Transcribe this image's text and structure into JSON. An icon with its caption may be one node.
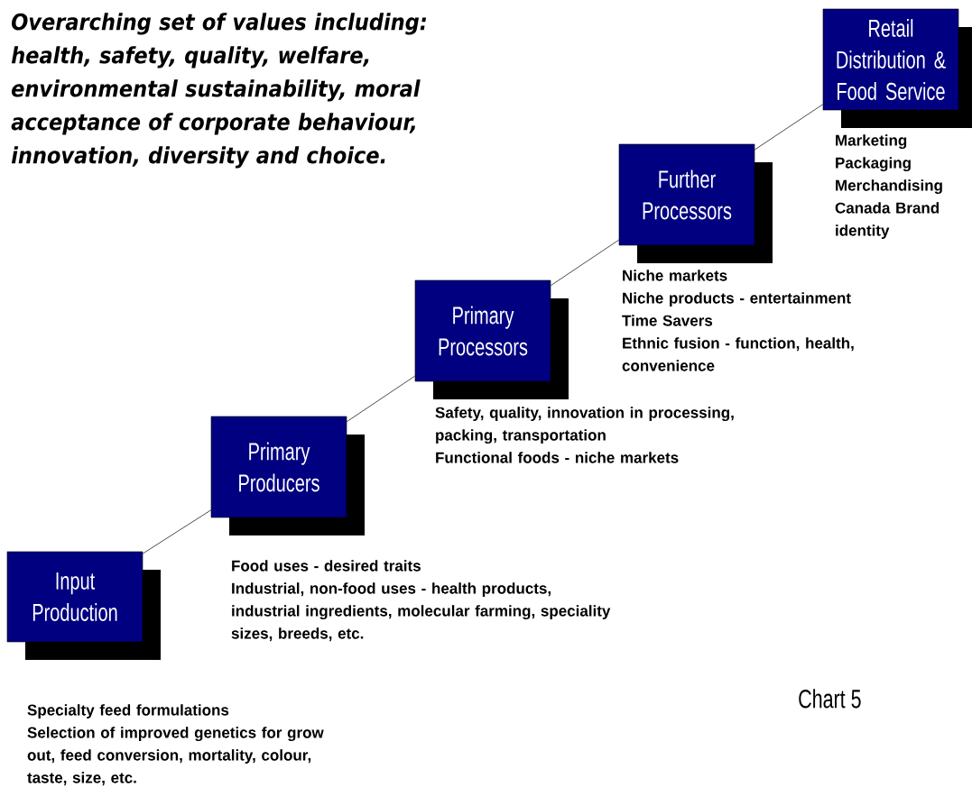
{
  "diagram": {
    "title": "Overarching set of values including: health, safety, quality, welfare, environmental sustainability, moral acceptance of corporate behaviour, innovation, diversity and choice.",
    "caption": "Chart 5",
    "nodes": [
      {
        "text": [
          "Input Production"
        ],
        "beside": [
          "Specialty feed formulations",
          "Selection of improved genetics for grow out, feed conversion, mortality, colour, taste, size, etc."
        ]
      },
      {
        "text": [
          "Primary Producers"
        ],
        "beside": [
          "Food uses - desired traits",
          "Industrial, non-food uses - health products, industrial ingredients, molecular farming, speciality sizes, breeds, etc."
        ]
      },
      {
        "text": [
          "Primary Processors"
        ],
        "beside": [
          "Safety, quality, innovation in processing, packing, transportation",
          "Functional foods - niche markets"
        ]
      },
      {
        "text": [
          "Further Processors"
        ],
        "beside": [
          "Niche markets",
          "Niche products - entertainment",
          "Time Savers",
          "Ethnic fusion - function, health, convenience"
        ]
      },
      {
        "text": [
          "Retail Distribution & Food Service"
        ],
        "beside": [
          "Marketing",
          "Packaging",
          "Merchandising",
          "Canada Brand identity"
        ]
      }
    ],
    "edges": [
      {
        "from": 0,
        "to": 1,
        "arrow": "none"
      },
      {
        "from": 1,
        "to": 2,
        "arrow": "none"
      },
      {
        "from": 2,
        "to": 3,
        "arrow": "none"
      },
      {
        "from": 3,
        "to": 4,
        "arrow": "none"
      }
    ]
  }
}
